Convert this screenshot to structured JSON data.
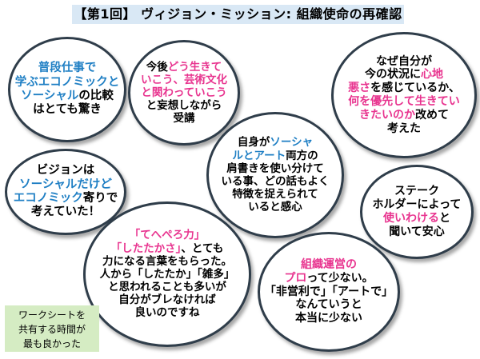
{
  "title": "【第1回】 ヴィジョン・ミッション: 組織使命の再確認",
  "bubbles": {
    "b1": [
      [
        {
          "t": "普段仕事で",
          "c": "blue"
        }
      ],
      [
        {
          "t": "学ぶエコノミックと",
          "c": "blue"
        }
      ],
      [
        {
          "t": "ソーシャル",
          "c": "blue"
        },
        {
          "t": "の比較",
          "c": ""
        }
      ],
      [
        {
          "t": "はとても驚き",
          "c": ""
        }
      ]
    ],
    "b2": [
      [
        {
          "t": "今後",
          "c": ""
        },
        {
          "t": "どう生きて",
          "c": "pink"
        }
      ],
      [
        {
          "t": "いこう、芸術文化",
          "c": "pink"
        }
      ],
      [
        {
          "t": "と関わっていこう",
          "c": "pink"
        }
      ],
      [
        {
          "t": "と妄想しながら",
          "c": ""
        }
      ],
      [
        {
          "t": "受講",
          "c": ""
        }
      ]
    ],
    "b3": [
      [
        {
          "t": "なぜ自分が",
          "c": ""
        }
      ],
      [
        {
          "t": "今の状況に",
          "c": ""
        },
        {
          "t": "心地",
          "c": "pink"
        }
      ],
      [
        {
          "t": "悪さ",
          "c": "pink"
        },
        {
          "t": "を感じているか、",
          "c": ""
        }
      ],
      [
        {
          "t": "何を優先して生きてい",
          "c": "pink"
        }
      ],
      [
        {
          "t": "きたいのか",
          "c": "pink"
        },
        {
          "t": "改めて",
          "c": ""
        }
      ],
      [
        {
          "t": "考えた",
          "c": ""
        }
      ]
    ],
    "b4": [
      [
        {
          "t": "ビジョンは",
          "c": ""
        }
      ],
      [
        {
          "t": "ソーシャルだけど",
          "c": "blue"
        }
      ],
      [
        {
          "t": "エコノミック",
          "c": "blue"
        },
        {
          "t": "寄りで",
          "c": ""
        }
      ],
      [
        {
          "t": "考えていた！",
          "c": ""
        }
      ]
    ],
    "b5": [
      [
        {
          "t": "自身が",
          "c": ""
        },
        {
          "t": "ソーシャ",
          "c": "blue"
        }
      ],
      [
        {
          "t": "ルとアート",
          "c": "blue"
        },
        {
          "t": "両方の",
          "c": ""
        }
      ],
      [
        {
          "t": "肩書きを使い分けて",
          "c": ""
        }
      ],
      [
        {
          "t": "いる事、どの話もよく",
          "c": ""
        }
      ],
      [
        {
          "t": "特徴を捉えられて",
          "c": ""
        }
      ],
      [
        {
          "t": "いると感心",
          "c": ""
        }
      ]
    ],
    "b6": [
      [
        {
          "t": "ステーク",
          "c": ""
        }
      ],
      [
        {
          "t": "ホルダーによって",
          "c": ""
        }
      ],
      [
        {
          "t": "使いわける",
          "c": "pink"
        },
        {
          "t": "と",
          "c": ""
        }
      ],
      [
        {
          "t": "聞いて安心",
          "c": ""
        }
      ]
    ],
    "b7": [
      [
        {
          "t": "「てへぺろ力」",
          "c": "pink"
        }
      ],
      [
        {
          "t": "「したたかさ」",
          "c": "pink"
        },
        {
          "t": "、とても",
          "c": ""
        }
      ],
      [
        {
          "t": "力になる言葉をもらった。",
          "c": ""
        }
      ],
      [
        {
          "t": "人から「したたか」「雑多」",
          "c": ""
        }
      ],
      [
        {
          "t": "と思われることも多いが",
          "c": ""
        }
      ],
      [
        {
          "t": "自分がブレなければ",
          "c": ""
        }
      ],
      [
        {
          "t": "良いのですね",
          "c": ""
        }
      ]
    ],
    "b8": [
      [
        {
          "t": "組織運営の",
          "c": "pink"
        }
      ],
      [
        {
          "t": "プロ",
          "c": "pink"
        },
        {
          "t": "って少ない。",
          "c": ""
        }
      ],
      [
        {
          "t": "「非営利で」「アートで」",
          "c": ""
        }
      ],
      [
        {
          "t": "なんていうと",
          "c": ""
        }
      ],
      [
        {
          "t": "本当に少ない",
          "c": ""
        }
      ]
    ]
  },
  "note": [
    "ワークシートを",
    "共有する時間が",
    "最も良かった"
  ],
  "colors": {
    "blue": "#1f7fc4",
    "pink": "#e8348f",
    "border": "#2f3d4a",
    "title_bg": "#d9e8f5",
    "note_bg": "#d5ecc3"
  }
}
